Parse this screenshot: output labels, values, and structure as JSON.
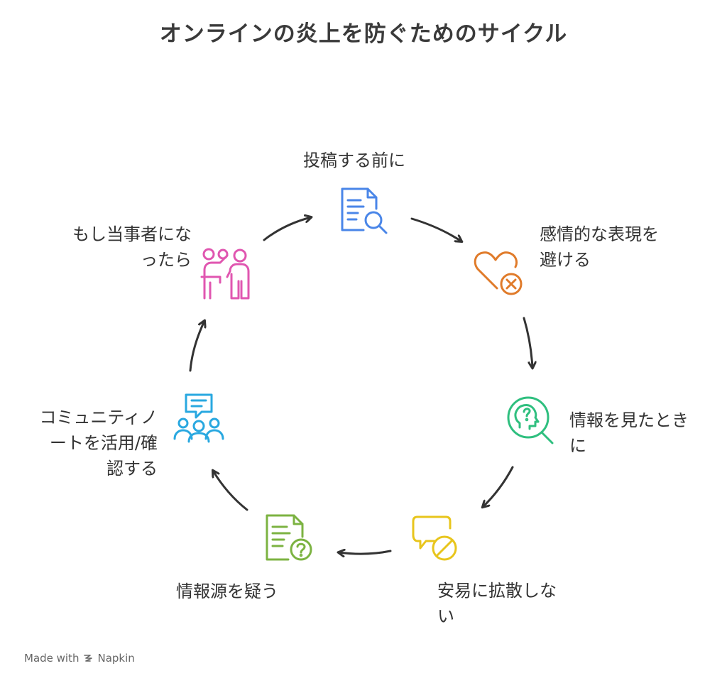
{
  "title": "オンラインの炎上を防ぐためのサイクル",
  "steps": [
    {
      "label": "投稿する前に",
      "icon": "document-search-icon",
      "color": "#4a86e8"
    },
    {
      "label": "感情的な表現を\n避ける",
      "icon": "heart-x-icon",
      "color": "#e07b2a"
    },
    {
      "label": "情報を見たとき\nに",
      "icon": "head-question-search-icon",
      "color": "#2fbf7f"
    },
    {
      "label": "安易に拡散しな\nい",
      "icon": "speech-bubble-ban-icon",
      "color": "#e8c51c"
    },
    {
      "label": "情報源を疑う",
      "icon": "document-question-icon",
      "color": "#7cb342"
    },
    {
      "label": "コミュニティノ\nートを活用/確\n認する",
      "icon": "community-chat-icon",
      "color": "#29a8e0"
    },
    {
      "label": "もし当事者にな\nったら",
      "icon": "people-speaking-icon",
      "color": "#e056b0"
    }
  ],
  "footer": {
    "text": "Made with",
    "brand": "Napkin"
  }
}
